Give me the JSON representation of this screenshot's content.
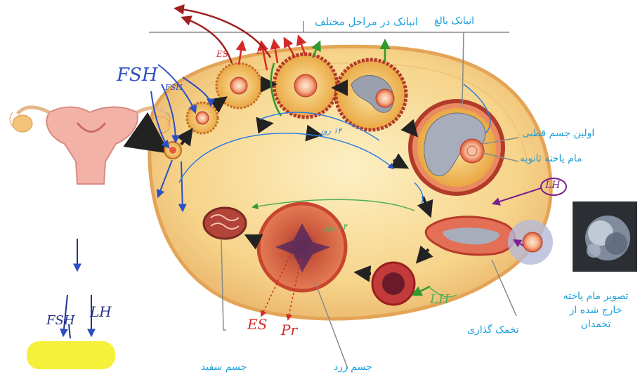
{
  "labels": {
    "follicles_in_stages": "انبانک در مراحل مختلف",
    "mature_follicle": "انبانک بالغ",
    "first_polar_body": "اولین جسم قطبی",
    "secondary_oocyte": "مام یاخته ثانویه",
    "ovulation": "تخمک گذاری",
    "corpus_luteum": "جسم زرد",
    "corpus_albicans": "جسم سفید",
    "oocyte_image_caption": "تصویر مام یاخته خارج شده از تخمدان"
  },
  "handwritten": {
    "fsh_big": "FSH",
    "fsh_small": "FSH",
    "es_1": "ES",
    "es_2": "ES",
    "es_bottom": "ES",
    "pr_bottom": "Pr",
    "lh_circle": "LH",
    "lh_right": "LH",
    "lh_left": "LH",
    "fsh_left": "FSH",
    "day14_upper": "۱۴ روز",
    "day14_lower": "۱۴ روز"
  },
  "colors": {
    "label_blue": "#1aa0dc",
    "ink_red": "#d42a2a",
    "ink_darkred": "#a01f1f",
    "ink_blue": "#2c4fc4",
    "ink_navy": "#27328a",
    "ink_green": "#2f9a2f",
    "ink_purple": "#7a1f8f",
    "highlight": "#f5f03a",
    "ovary": "#f6d48a"
  }
}
